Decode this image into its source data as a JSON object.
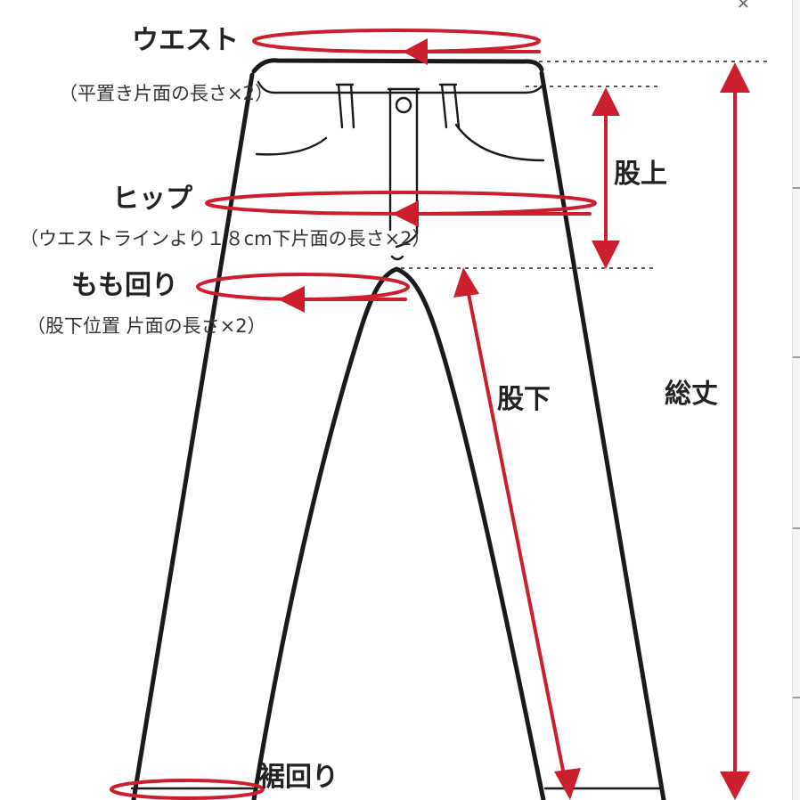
{
  "labels": {
    "waist": "ウエスト",
    "waist_note": "（平置き片面の長さ×2）",
    "hip": "ヒップ",
    "hip_note": "（ウエストラインより１８cm下片面の長さ×2）",
    "thigh": "もも回り",
    "thigh_note": "（股下位置 片面の長さ×2）",
    "rise": "股上",
    "inseam": "股下",
    "total_length": "総丈",
    "hem": "裾回り"
  },
  "close_icon": "close-icon",
  "colors": {
    "accent": "#cc1f2d",
    "line": "#1a1a1a",
    "background": "#ffffff"
  }
}
